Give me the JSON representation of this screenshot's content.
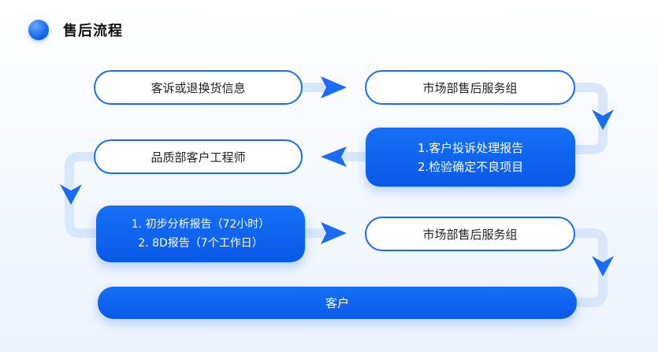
{
  "header": {
    "title": "售后流程"
  },
  "flow": {
    "complaint_info": "客诉或退换货信息",
    "market_service_1": "市场部售后服务组",
    "report_line1": "1.客户投诉处理报告",
    "report_line2": "2.检验确定不良项目",
    "quality_engineer": "品质部客户工程师",
    "analysis_line1": "1. 初步分析报告（72小时）",
    "analysis_line2": "2. 8D报告（7个工作日）",
    "market_service_2": "市场部售后服务组",
    "customer": "客户"
  },
  "colors": {
    "primary": "#1a6df2",
    "connector": "#d9e7fb"
  }
}
